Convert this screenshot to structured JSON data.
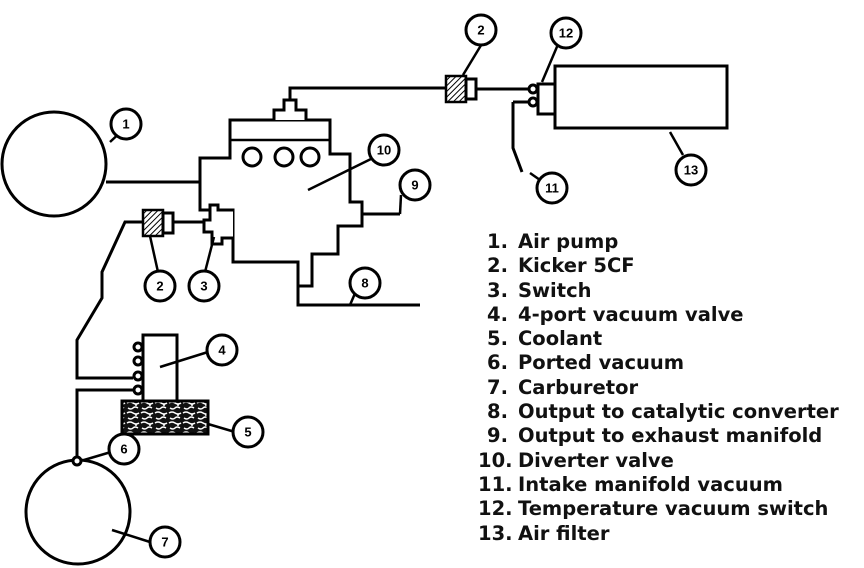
{
  "callouts": [
    "1",
    "2",
    "3",
    "4",
    "5",
    "6",
    "7",
    "8",
    "9",
    "10",
    "11",
    "12",
    "13",
    "2"
  ],
  "legend": [
    {
      "num": "1.",
      "label": "Air pump"
    },
    {
      "num": "2.",
      "label": "Kicker 5CF"
    },
    {
      "num": "3.",
      "label": "Switch"
    },
    {
      "num": "4.",
      "label": "4-port vacuum valve"
    },
    {
      "num": "5.",
      "label": "Coolant"
    },
    {
      "num": "6.",
      "label": "Ported vacuum"
    },
    {
      "num": "7.",
      "label": "Carburetor"
    },
    {
      "num": "8.",
      "label": "Output to catalytic converter"
    },
    {
      "num": "9.",
      "label": "Output to exhaust manifold"
    },
    {
      "num": "10.",
      "label": "Diverter valve"
    },
    {
      "num": "11.",
      "label": "Intake manifold vacuum"
    },
    {
      "num": "12.",
      "label": "Temperature vacuum switch"
    },
    {
      "num": "13.",
      "label": "Air filter"
    }
  ]
}
